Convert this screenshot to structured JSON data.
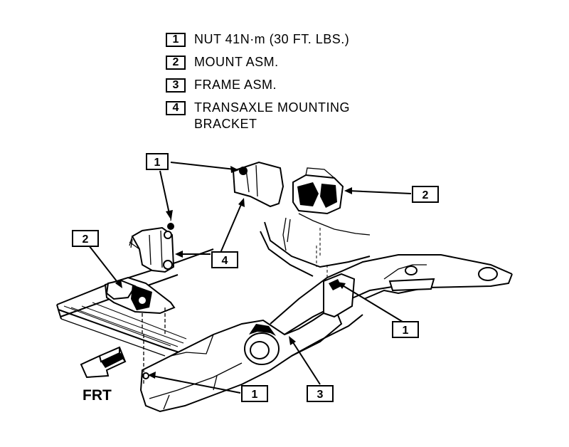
{
  "legend": [
    {
      "num": "1",
      "text": "NUT 41N·m (30 FT. LBS.)"
    },
    {
      "num": "2",
      "text": "MOUNT ASM."
    },
    {
      "num": "3",
      "text": "FRAME ASM."
    },
    {
      "num": "4",
      "text": "TRANSAXLE MOUNTING BRACKET"
    }
  ],
  "callouts": {
    "nut_upper": "1",
    "mount_right": "2",
    "bracket": "4",
    "mount_left": "2",
    "nut_right": "1",
    "nut_lower": "1",
    "frame": "3"
  },
  "front_label": "FRT"
}
